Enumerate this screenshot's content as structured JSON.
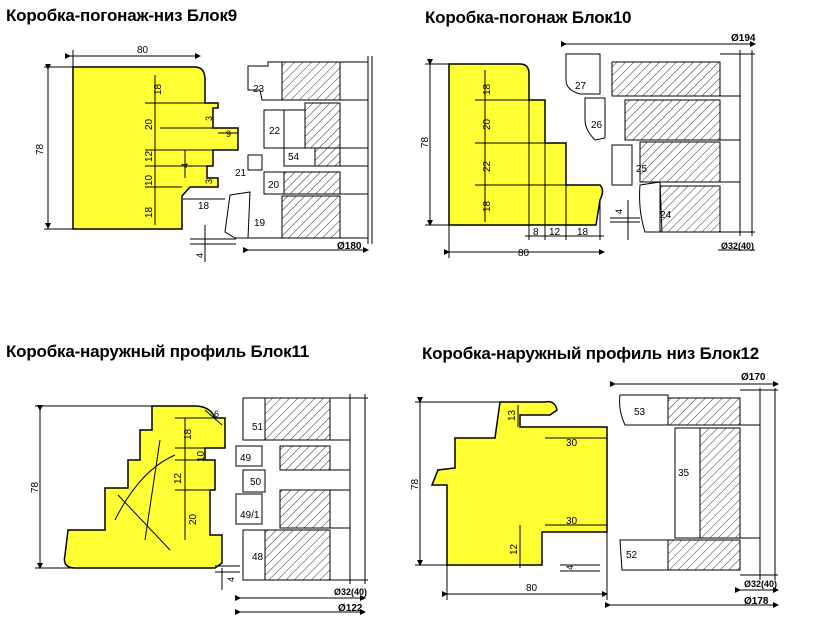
{
  "titles": {
    "b9": "Коробка-погонаж-низ Блок9",
    "b10": "Коробка-погонаж Блок10",
    "b11": "Коробка-наружный профиль Блок11",
    "b12": "Коробка-наружный профиль  низ Блок12"
  },
  "colors": {
    "profile_fill": "#ffff33",
    "outline": "#000000",
    "hatch": "#000000"
  },
  "block9": {
    "width": "80",
    "height": "78",
    "step_a": "18",
    "step_b": "20",
    "step_c": "12",
    "step_d": "10",
    "step_e": "18",
    "small_a": "4",
    "small_b": "9",
    "small_c": "3",
    "small_d": "3",
    "bottom_step": "18",
    "offset": "4",
    "diameter": "Ø180",
    "knives": [
      "23",
      "22",
      "54",
      "21",
      "20",
      "19"
    ]
  },
  "block10": {
    "width": "80",
    "height": "78",
    "v1": "18",
    "v2": "20",
    "v3": "22",
    "v4": "18",
    "h1": "8",
    "h2": "12",
    "h3": "18",
    "offset": "4",
    "diameter_top": "Ø194",
    "diameter_bottom": "Ø32(40)",
    "knives": [
      "27",
      "26",
      "25",
      "24"
    ]
  },
  "block11": {
    "height": "78",
    "v1": "18",
    "v2": "10",
    "v3": "12",
    "v4": "20",
    "small": "6",
    "offset": "4",
    "diameter_a": "Ø32(40)",
    "diameter_b": "Ø122",
    "knives": [
      "51",
      "49",
      "50",
      "49/1",
      "48"
    ]
  },
  "block12": {
    "width": "80",
    "height": "78",
    "v1": "13",
    "h1": "30",
    "h2": "30",
    "v2": "12",
    "offset": "4",
    "diameter_top": "Ø170",
    "diameter_a": "Ø32(40)",
    "diameter_b": "Ø178",
    "knives": [
      "53",
      "35",
      "52"
    ]
  }
}
